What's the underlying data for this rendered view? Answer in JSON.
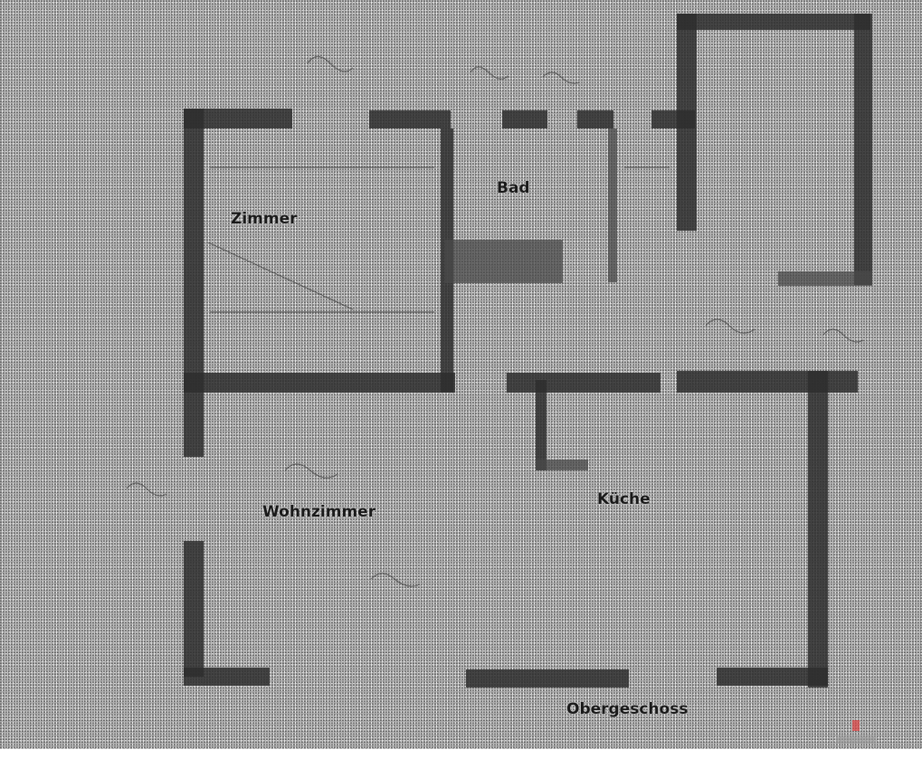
{
  "floorplan": {
    "rooms": {
      "zimmer": "Zimmer",
      "bad": "Bad",
      "wohnzimmer": "Wohnzimmer",
      "kueche": "Küche"
    },
    "floor_label": "Obergeschoss"
  },
  "colors": {
    "wall": "#2e2e2e",
    "background": "#bdbdbd",
    "label": "#1a1a1a",
    "watermark_accent": "#e04040"
  },
  "icons": {
    "watermark": "stamp-logo-icon"
  }
}
